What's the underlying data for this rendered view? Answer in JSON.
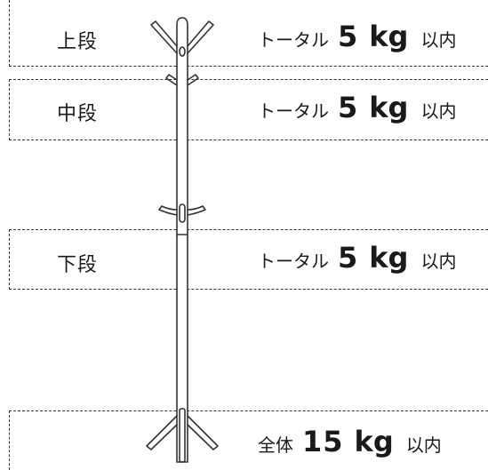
{
  "zones": [
    {
      "label": "上段",
      "caption_prefix": "トータル",
      "weight": "5",
      "unit": "kg",
      "suffix": "以内"
    },
    {
      "label": "中段",
      "caption_prefix": "トータル",
      "weight": "5",
      "unit": "kg",
      "suffix": "以内"
    },
    {
      "label": "下段",
      "caption_prefix": "トータル",
      "weight": "5",
      "unit": "kg",
      "suffix": "以内"
    },
    {
      "label": "",
      "caption_prefix": "全体",
      "weight": "15",
      "unit": "kg",
      "suffix": "以内"
    }
  ],
  "colors": {
    "line": "#333333",
    "text": "#1a1a1a"
  }
}
